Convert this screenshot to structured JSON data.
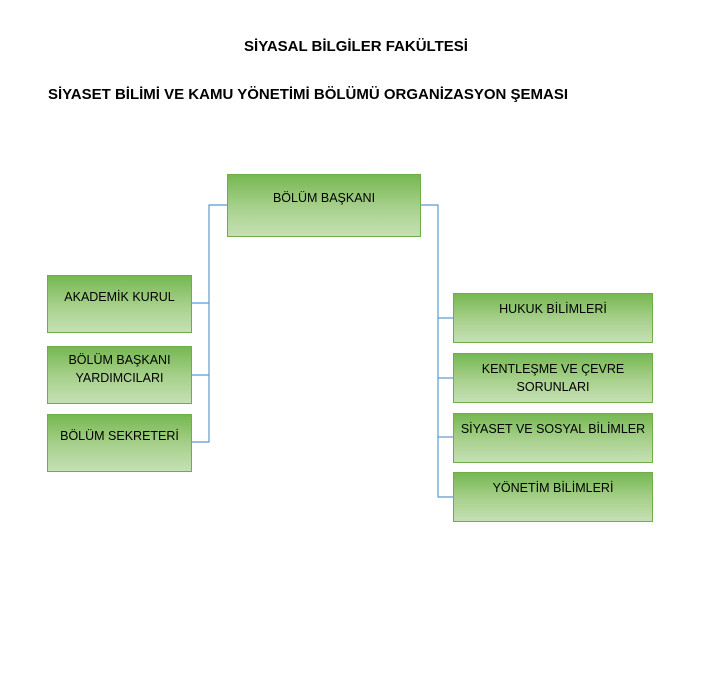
{
  "header": {
    "faculty": "SİYASAL BİLGİLER FAKÜLTESİ",
    "chart_title": "SİYASET BİLİMİ VE KAMU YÖNETİMİ BÖLÜMÜ ORGANİZASYON ŞEMASI"
  },
  "org_chart": {
    "head": "BÖLÜM BAŞKANI",
    "left_units": [
      "AKADEMİK KURUL",
      "BÖLÜM BAŞKANI YARDIMCILARI",
      "BÖLÜM SEKRETERİ"
    ],
    "right_units": [
      "HUKUK BİLİMLERİ",
      "KENTLEŞME VE ÇEVRE SORUNLARI",
      "SİYASET VE SOSYAL BİLİMLER",
      "YÖNETİM BİLİMLERİ"
    ]
  },
  "colors": {
    "connector": "#5b9bd5",
    "box_border": "#70ad47",
    "box_fill_top": "#76b852",
    "box_fill_bottom": "#c5e0b4"
  }
}
